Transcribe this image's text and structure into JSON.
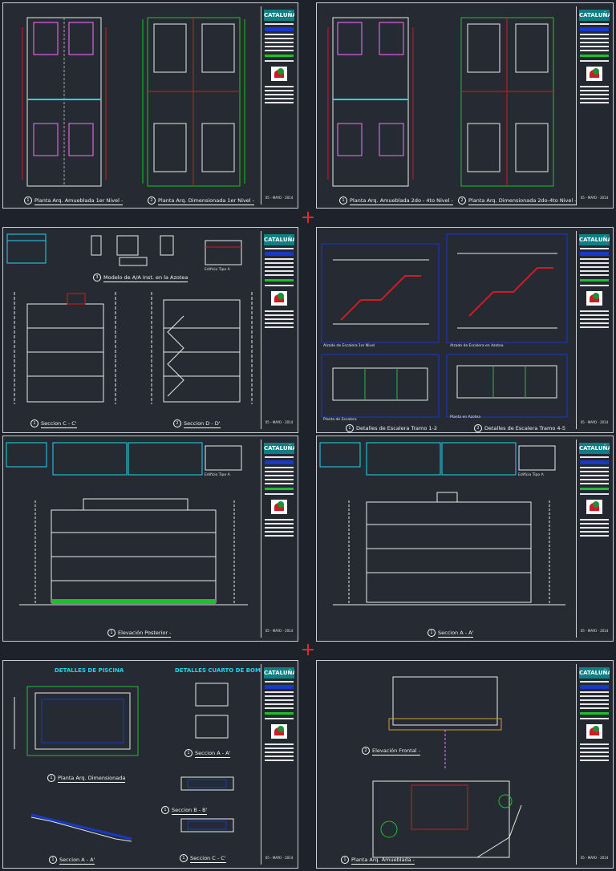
{
  "project_title": "CATALUÑA II",
  "date": "05 - MAYO - 2014",
  "colors": {
    "title_bg": "#0f7f86",
    "accent_blue": "#1739c9",
    "accent_green": "#1ec02c",
    "red": "#d21a22",
    "cyan": "#22d3ee"
  },
  "sheets": [
    {
      "captions": [
        {
          "num": "1",
          "text": "Planta Arq. Amueblada 1er Nivel -"
        },
        {
          "num": "2",
          "text": "Planta Arq. Dimensionada 1er Nivel -"
        }
      ]
    },
    {
      "captions": [
        {
          "num": "1",
          "text": "Planta Arq. Amueblada 2do - 4to Nivel -"
        },
        {
          "num": "2",
          "text": "Planta Arq. Dimensionada 2do-4to Nivel -"
        }
      ]
    },
    {
      "captions": [
        {
          "num": "1",
          "text": "Seccion C - C'"
        },
        {
          "num": "2",
          "text": "Seccion D - D'"
        },
        {
          "num": "3",
          "text": "Modelo de A/A Inst. en la Azotea"
        }
      ],
      "labels": [
        "Edificio Tipo A"
      ]
    },
    {
      "captions": [
        {
          "num": "1",
          "text": "Detalles de Escalera Tramo 1-2"
        },
        {
          "num": "2",
          "text": "Detalles de Escalera Tramo 4-5"
        }
      ],
      "labels": [
        "Alzado de Escalera 1er Nivel",
        "Alzado de Escalera en Azotea",
        "Planta de Escalera",
        "Planta en Azotea"
      ]
    },
    {
      "captions": [
        {
          "num": "1",
          "text": "Elevación Posterior -"
        }
      ],
      "labels": [
        "Edificio Tipo A"
      ]
    },
    {
      "captions": [
        {
          "num": "1",
          "text": "Seccion A - A'"
        }
      ],
      "labels": [
        "Edificio Tipo A"
      ]
    },
    {
      "headings": [
        "DETALLES DE PISCINA",
        "DETALLES CUARTO DE BOMBA"
      ],
      "captions": [
        {
          "num": "1",
          "text": "Planta Arq. Dimensionada"
        },
        {
          "num": "1",
          "text": "Seccion A - A'"
        },
        {
          "num": "1",
          "text": "Seccion A - A'"
        },
        {
          "num": "1",
          "text": "Seccion B - B'"
        },
        {
          "num": "1",
          "text": "Seccion C - C'"
        }
      ]
    },
    {
      "captions": [
        {
          "num": "2",
          "text": "Elevación Frontal -"
        },
        {
          "num": "1",
          "text": "Planta Arq. Amueblada -"
        }
      ]
    }
  ]
}
